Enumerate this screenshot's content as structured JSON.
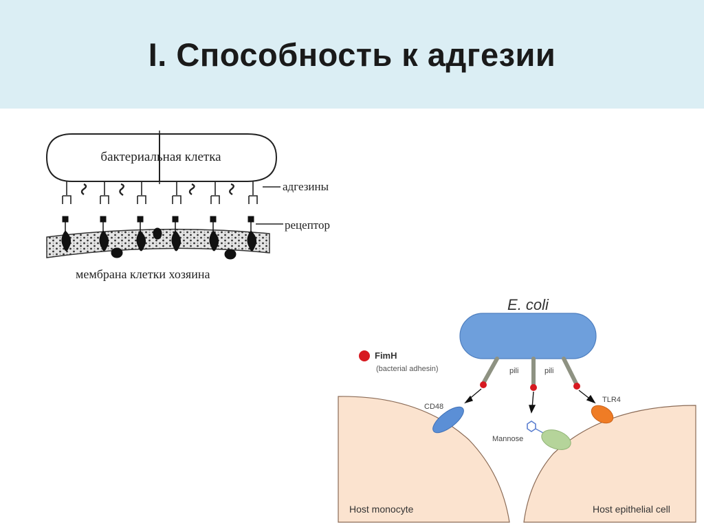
{
  "slide": {
    "title": "I. Способность к адгезии"
  },
  "sketch": {
    "cell_label": "бактериальная клетка",
    "adhesins_label": "адгезины",
    "receptor_label": "рецептор",
    "membrane_label": "мембрана клетки хозяина"
  },
  "ecoli": {
    "title": "E. coli",
    "legend_name": "FimH",
    "legend_desc": "(bacterial adhesin)",
    "pili_left": "pili",
    "pili_right": "pili",
    "cd48": "CD48",
    "tlr4": "TLR4",
    "mannose": "Mannose",
    "host_left": "Host monocyte",
    "host_right": "Host epithelial cell",
    "colors": {
      "bacterium": "#6e9fdc",
      "fimh": "#d71920",
      "host_cell": "#fbe3cf",
      "cd48": "#5b8fd6",
      "tlr4": "#ef7c25",
      "mannose_receptor": "#b5d49a"
    }
  }
}
